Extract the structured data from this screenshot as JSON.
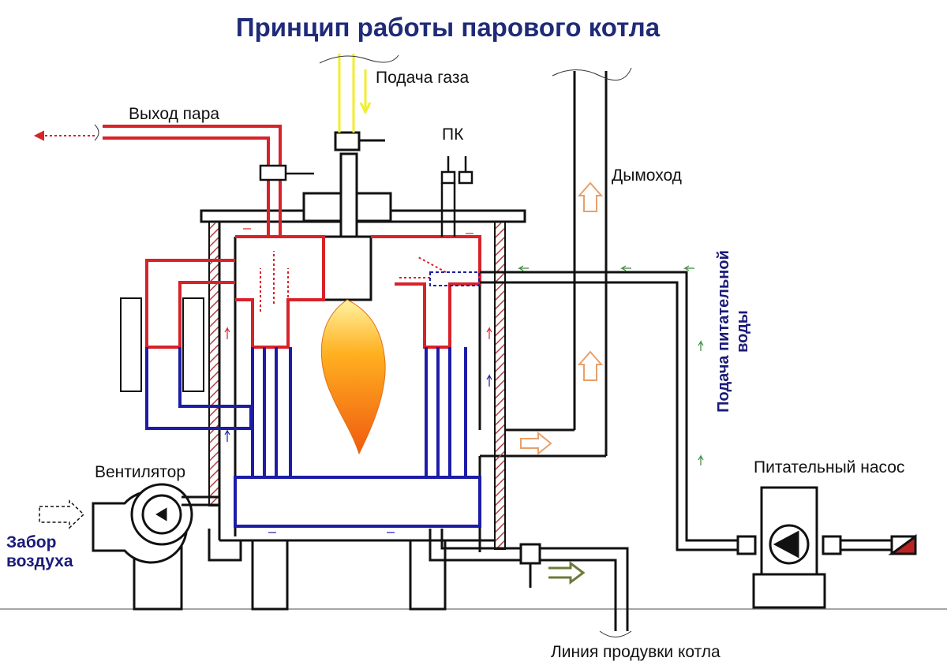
{
  "title": "Принцип работы парового котла",
  "labels": {
    "gas_supply": "Подача газа",
    "steam_out": "Выход пара",
    "safety_valve": "ПК",
    "chimney": "Дымоход",
    "feedwater_line1": "Подача питательной",
    "feedwater_line2": "воды",
    "fan": "Вентилятор",
    "air_intake_line1": "Забор",
    "air_intake_line2": "воздуха",
    "feed_pump": "Питательный насос",
    "blowdown": "Линия продувки котла"
  },
  "colors": {
    "steam": "#d8222a",
    "water": "#1c1ca8",
    "gas": "#f2ee2a",
    "flue": "#e8a06a",
    "outline": "#111111",
    "insulation": "#b04040",
    "title": "#1f2a78",
    "flow_green": "#3a8a3a",
    "blowdown_arrow": "#6e7a3a"
  },
  "icons": [
    "fan-icon",
    "pump-icon",
    "flame-icon",
    "valve-icon"
  ]
}
